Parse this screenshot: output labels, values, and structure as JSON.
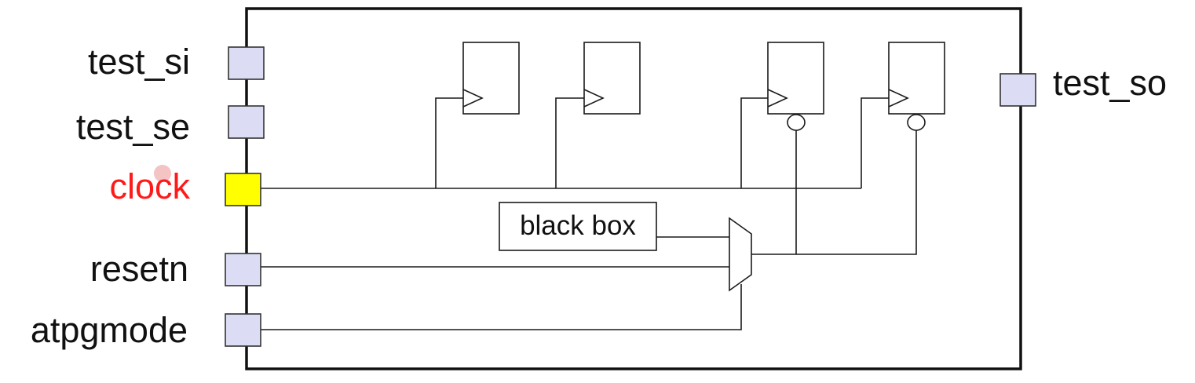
{
  "ports": {
    "left": [
      {
        "id": "test-si",
        "label": "test_si",
        "label_color": "#111111",
        "pad_color": "#dcdcf4"
      },
      {
        "id": "test-se",
        "label": "test_se",
        "label_color": "#111111",
        "pad_color": "#dcdcf4"
      },
      {
        "id": "clock",
        "label": "clock",
        "label_color": "#ff1a1a",
        "pad_color": "#ffff00"
      },
      {
        "id": "resetn",
        "label": "resetn",
        "label_color": "#111111",
        "pad_color": "#dcdcf4"
      },
      {
        "id": "atpgmode",
        "label": "atpgmode",
        "label_color": "#111111",
        "pad_color": "#dcdcf4"
      }
    ],
    "right": [
      {
        "id": "test-so",
        "label": "test_so",
        "label_color": "#111111",
        "pad_color": "#dcdcf4"
      }
    ]
  },
  "black_box": {
    "label": "black box"
  },
  "flip_flops": [
    {
      "id": "ff-1",
      "has_reset": false
    },
    {
      "id": "ff-2",
      "has_reset": false
    },
    {
      "id": "ff-3",
      "has_reset": true
    },
    {
      "id": "ff-4",
      "has_reset": true
    }
  ],
  "colors": {
    "line": "#1a1a1a",
    "clock_highlight": "#f2b8b8"
  }
}
